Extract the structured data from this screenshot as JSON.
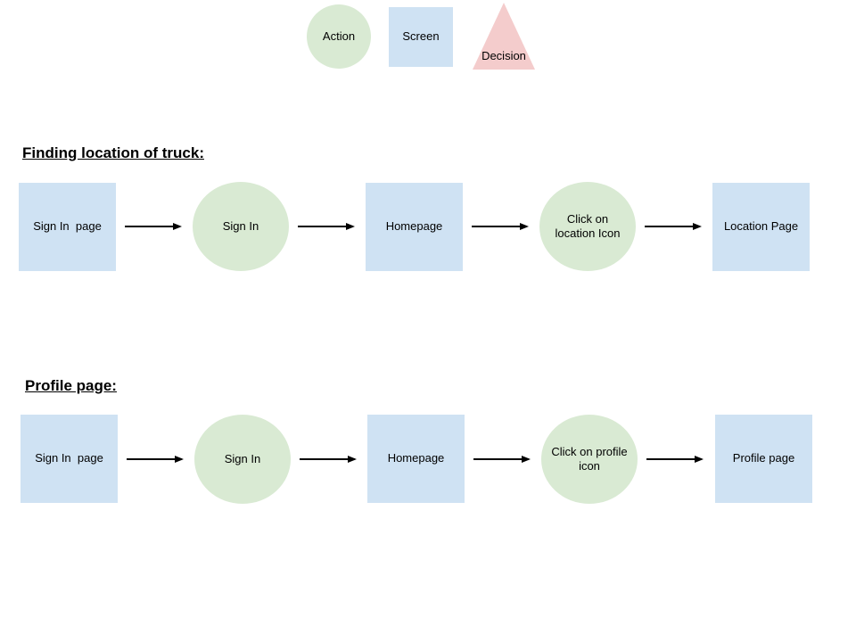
{
  "legend": {
    "items": [
      {
        "shape": "circle",
        "label": "Action",
        "color": "#d9ead3"
      },
      {
        "shape": "square",
        "label": "Screen",
        "color": "#cfe2f3"
      },
      {
        "shape": "triangle",
        "label": "Decision",
        "color": "#f4cccc"
      }
    ]
  },
  "colors": {
    "action_fill": "#d9ead3",
    "screen_fill": "#cfe2f3",
    "decision_fill": "#f4cccc",
    "arrow": "#000000",
    "text": "#000000",
    "background": "#ffffff"
  },
  "sections": [
    {
      "title": "Finding location of truck:",
      "nodes": [
        {
          "type": "screen",
          "label": "Sign In  page"
        },
        {
          "type": "action",
          "label": "Sign In"
        },
        {
          "type": "screen",
          "label": "Homepage"
        },
        {
          "type": "action",
          "label": "Click on\nlocation Icon"
        },
        {
          "type": "screen",
          "label": "Location Page"
        }
      ]
    },
    {
      "title": "Profile page:",
      "nodes": [
        {
          "type": "screen",
          "label": "Sign In  page"
        },
        {
          "type": "action",
          "label": "Sign In"
        },
        {
          "type": "screen",
          "label": "Homepage"
        },
        {
          "type": "action",
          "label": "Click on profile\nicon"
        },
        {
          "type": "screen",
          "label": "Profile page"
        }
      ]
    }
  ]
}
